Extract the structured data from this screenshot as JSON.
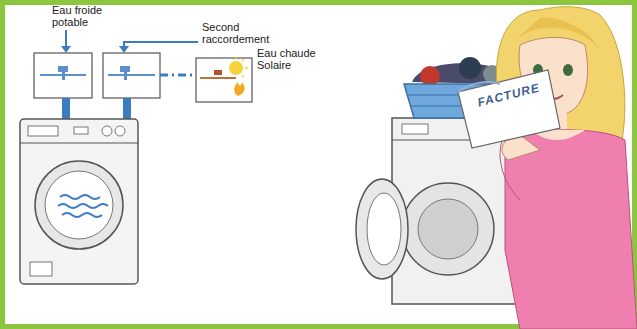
{
  "diagram": {
    "labels": [
      "Eau froide potable",
      "Second raccordement",
      "Eau chaude Solaire",
      "FACTURE"
    ]
  }
}
